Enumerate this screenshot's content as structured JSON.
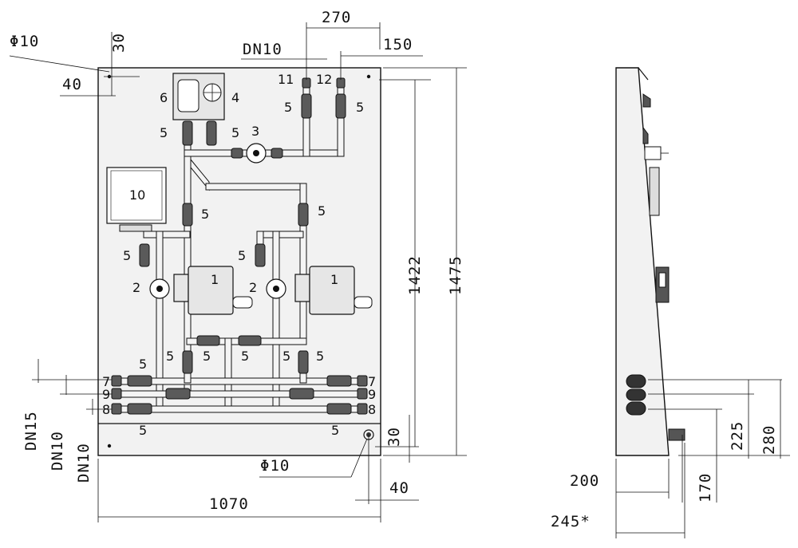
{
  "front_view": {
    "component_labels": {
      "c1a": "1",
      "c1b": "1",
      "c2a": "2",
      "c2b": "2",
      "c3": "3",
      "c4": "4",
      "c6": "6",
      "c7l": "7",
      "c7r": "7",
      "c8l": "8",
      "c8r": "8",
      "c9l": "9",
      "c9r": "9",
      "c10": "10",
      "c11": "11",
      "c12": "12"
    },
    "valve_label": "5",
    "dimensions": {
      "top_270": "270",
      "top_150": "150",
      "top_dn10": "DN10",
      "hole_top": "Φ10",
      "hole_top_30": "30",
      "hole_top_40": "40",
      "height_1422": "1422",
      "height_1475": "1475",
      "width_1070": "1070",
      "hole_bottom": "Φ10",
      "hole_bottom_30": "30",
      "hole_bottom_40": "40",
      "left_dn15": "DN15",
      "left_dn10a": "DN10",
      "left_dn10b": "DN10"
    }
  },
  "side_view": {
    "dimensions": {
      "d200": "200",
      "d245": "245*",
      "d170": "170",
      "d225": "225",
      "d280": "280"
    }
  }
}
